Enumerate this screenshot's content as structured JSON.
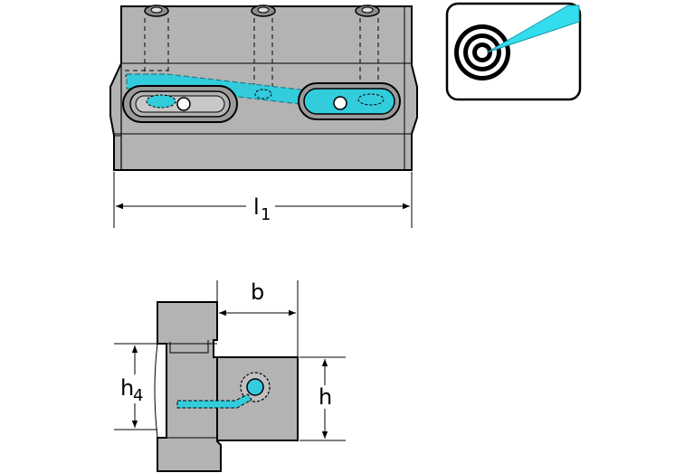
{
  "dimensions": {
    "length": {
      "symbol": "l",
      "subscript": "1"
    },
    "width": {
      "symbol": "b"
    },
    "height": {
      "symbol": "h"
    },
    "height_4": {
      "symbol": "h",
      "subscript": "4"
    }
  },
  "icon": {
    "name": "coolant-target-icon"
  },
  "colors": {
    "body_gray": "#b3b3b3",
    "coolant_cyan": "#33ccdd",
    "outline": "#000000"
  }
}
